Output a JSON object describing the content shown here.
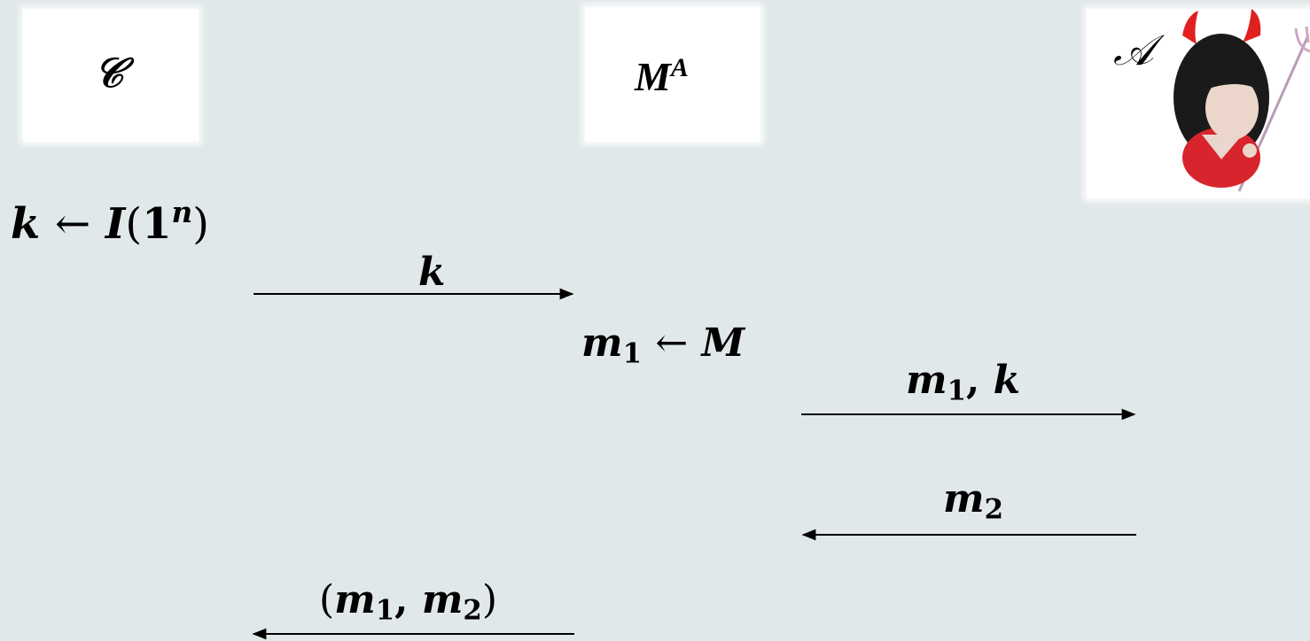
{
  "parties": {
    "challenger": {
      "label": "𝒞"
    },
    "middle": {
      "label": "M",
      "superscript": "A"
    },
    "adversary": {
      "label": "𝒜",
      "icon": "devil-girl-icon"
    }
  },
  "steps": {
    "keygen": {
      "lhs": "k",
      "arrow": "←",
      "func": "I",
      "open": "(",
      "one": "1",
      "exp": "n",
      "close": ")"
    },
    "msg_k": {
      "var": "k"
    },
    "sample": {
      "var": "m",
      "sub": "1",
      "arrow": "←",
      "set": "M"
    },
    "msg_m1k": {
      "var": "m",
      "sub": "1",
      "sep": ",",
      "var2": "k"
    },
    "msg_m2": {
      "var": "m",
      "sub": "2"
    },
    "msg_out": {
      "open": "(",
      "var1": "m",
      "sub1": "1",
      "sep": ",",
      "var2": "m",
      "sub2": "2",
      "close": ")"
    }
  },
  "arrows": [
    {
      "id": "arrow-k",
      "direction": "right"
    },
    {
      "id": "arrow-m1k",
      "direction": "right"
    },
    {
      "id": "arrow-m2",
      "direction": "left"
    },
    {
      "id": "arrow-out",
      "direction": "left"
    }
  ]
}
